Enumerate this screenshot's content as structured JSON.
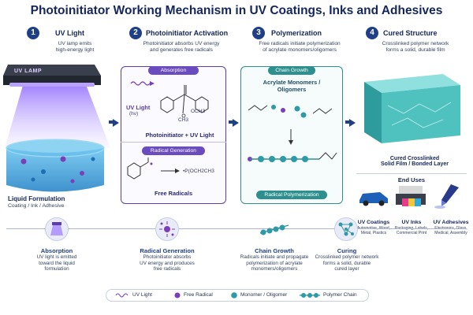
{
  "title": "Photoinitiator Working Mechanism in UV Coatings, Inks and Adhesives",
  "steps": [
    {
      "num": "1",
      "title": "UV Light",
      "desc_line1": "UV lamp emits",
      "desc_line2": "high-energy light"
    },
    {
      "num": "2",
      "title": "Photoinitiator Activation",
      "desc_line1": "Photoinitiator absorbs UV energy",
      "desc_line2": "and generates free radicals"
    },
    {
      "num": "3",
      "title": "Polymerization",
      "desc_line1": "Free radicals initiate polymerization",
      "desc_line2": "of acrylate monomers/oligomers"
    },
    {
      "num": "4",
      "title": "Cured Structure",
      "desc_line1": "Crosslinked polymer network",
      "desc_line2": "forms a solid, durable film"
    }
  ],
  "lamp_label": "UV LAMP",
  "liquid": {
    "title": "Liquid Formulation",
    "sub": "Coating / Ink / Adhesive"
  },
  "activation": {
    "absorption_pill": "Absorption",
    "uv_light": "UV Light",
    "hv": "(hν)",
    "och3": "OCH3",
    "ch3": "CH3",
    "pi_plus_uv": "Photoinitiator + UV Light",
    "radical_pill": "Radical Generation",
    "radical_formula": "•P(OCH2CH3",
    "free_radicals": "Free Radicals"
  },
  "polymer": {
    "chain_pill": "Chain Growth",
    "monomers_line1": "Acrylate Monomers /",
    "monomers_line2": "Oligomers",
    "radical_pill": "Radical Polymerization"
  },
  "cured": {
    "line1": "Cured Crosslinked",
    "line2": "Solid Film / Bonded Layer"
  },
  "end_uses": {
    "title": "End Uses",
    "items": [
      {
        "title": "UV Coatings",
        "desc_line1": "Automotive, Wood,",
        "desc_line2": "Metal, Plastics"
      },
      {
        "title": "UV Inks",
        "desc_line1": "Packaging, Labels,",
        "desc_line2": "Commercial Print"
      },
      {
        "title": "UV Adhesives",
        "desc_line1": "Electronics, Glass,",
        "desc_line2": "Medical, Assembly"
      }
    ]
  },
  "bottom": [
    {
      "title": "Absorption",
      "l1": "UV light is emitted",
      "l2": "toward the liquid",
      "l3": "formulation"
    },
    {
      "title": "Radical Generation",
      "l1": "Photoinitiator absorbs",
      "l2": "UV energy and produces",
      "l3": "free radicals"
    },
    {
      "title": "Chain Growth",
      "l1": "Radicals initiate and propagate",
      "l2": "polymerization of acrylate",
      "l3": "monomers/oligomers"
    },
    {
      "title": "Curing",
      "l1": "Crosslinked polymer network",
      "l2": "forms a solid, durable",
      "l3": "cured layer"
    }
  ],
  "legend": {
    "uv": "UV Light",
    "radical": "Free Radical",
    "monomer": "Monomer / Oligomer",
    "chain": "Polymer Chain"
  },
  "colors": {
    "navy": "#1f3f86",
    "purple": "#6a4cbf",
    "teal": "#2e8f8f",
    "uv_glow": "#9b7bff"
  }
}
